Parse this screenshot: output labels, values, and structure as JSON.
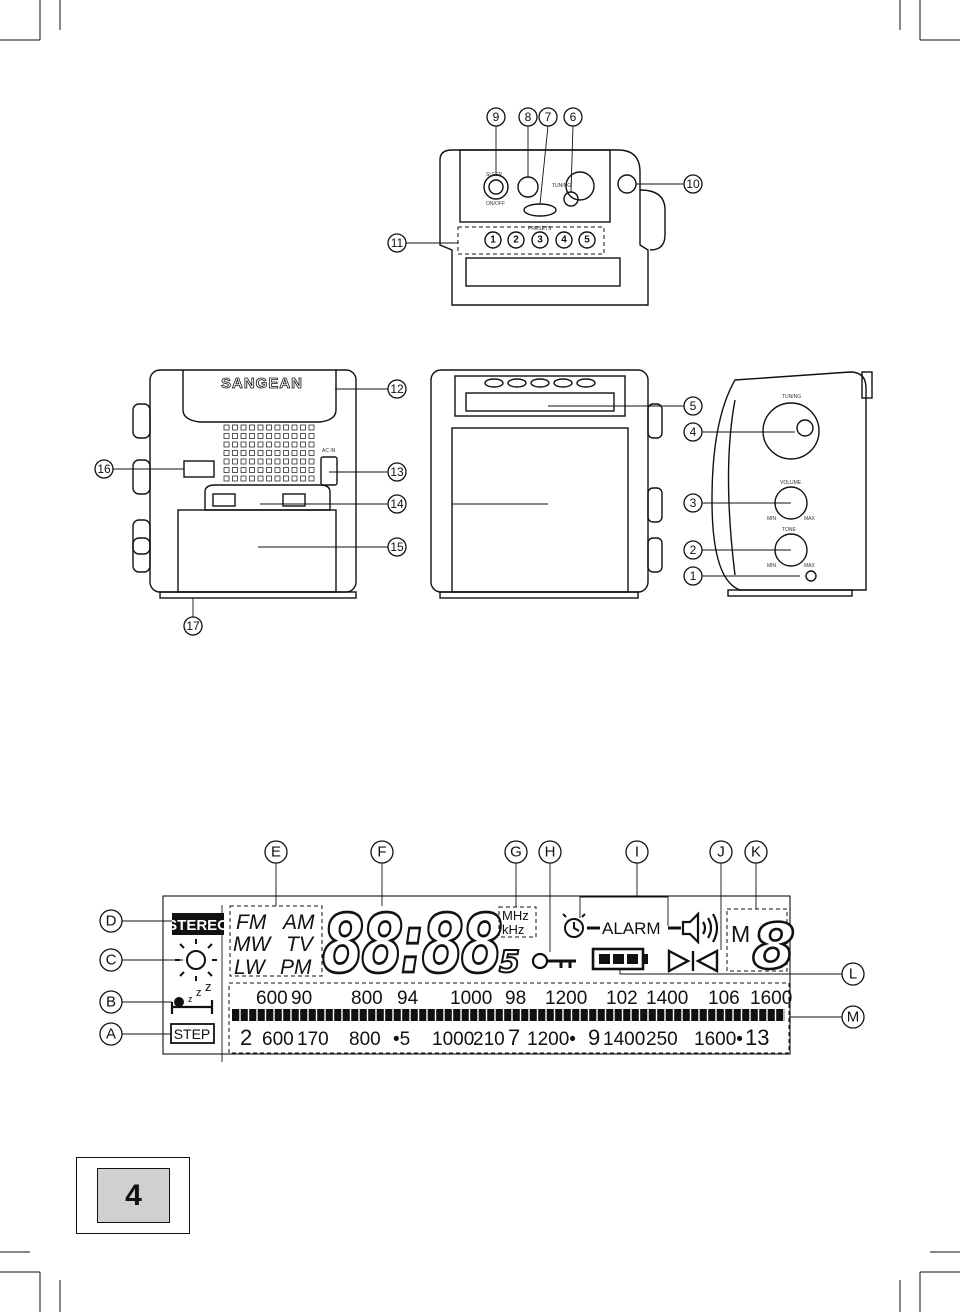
{
  "device_top": {
    "callouts": [
      "9",
      "8",
      "7",
      "6",
      "10",
      "11"
    ],
    "labels": {
      "sleep": "SLEEP",
      "on_off": "ON/OFF",
      "tuning": "TUNING",
      "presets": "PRESETS",
      "preset_keys": [
        "1",
        "2",
        "3",
        "4",
        "5"
      ]
    }
  },
  "device_front": {
    "brand": "SANGEAN",
    "ac_in": "AC IN",
    "callouts": [
      "12",
      "13",
      "14",
      "15",
      "16",
      "17"
    ]
  },
  "device_side": {
    "tuning": "TUNING",
    "volume": "VOLUME",
    "tone": "TONE",
    "min": "MIN",
    "max": "MAX",
    "callouts": [
      "5",
      "4",
      "3",
      "2",
      "1"
    ]
  },
  "lcd": {
    "letters_top": [
      "E",
      "F",
      "G",
      "H",
      "I",
      "J",
      "K"
    ],
    "letters_left": [
      "D",
      "C",
      "B",
      "A"
    ],
    "letters_right": [
      "L",
      "M"
    ],
    "stereo": "STEREO",
    "step": "STEP",
    "bands": [
      "FM",
      "AM",
      "MW",
      "TV",
      "LW",
      "PM"
    ],
    "digits": "88:88",
    "digit_small": "5",
    "mhz": "MHz",
    "khz": "kHz",
    "alarm": "ALARM",
    "memory": "M",
    "memory_digit": "8",
    "scale_top": [
      "600",
      "90",
      "800",
      "94",
      "1000",
      "98",
      "1200",
      "102",
      "1400",
      "106",
      "1600"
    ],
    "scale_bottom": [
      "2",
      "600",
      "170",
      "800",
      "•5",
      "1000",
      "210",
      "7",
      "1200•",
      "9",
      "1400",
      "250",
      "1600•",
      "13"
    ]
  },
  "page_number": "4"
}
